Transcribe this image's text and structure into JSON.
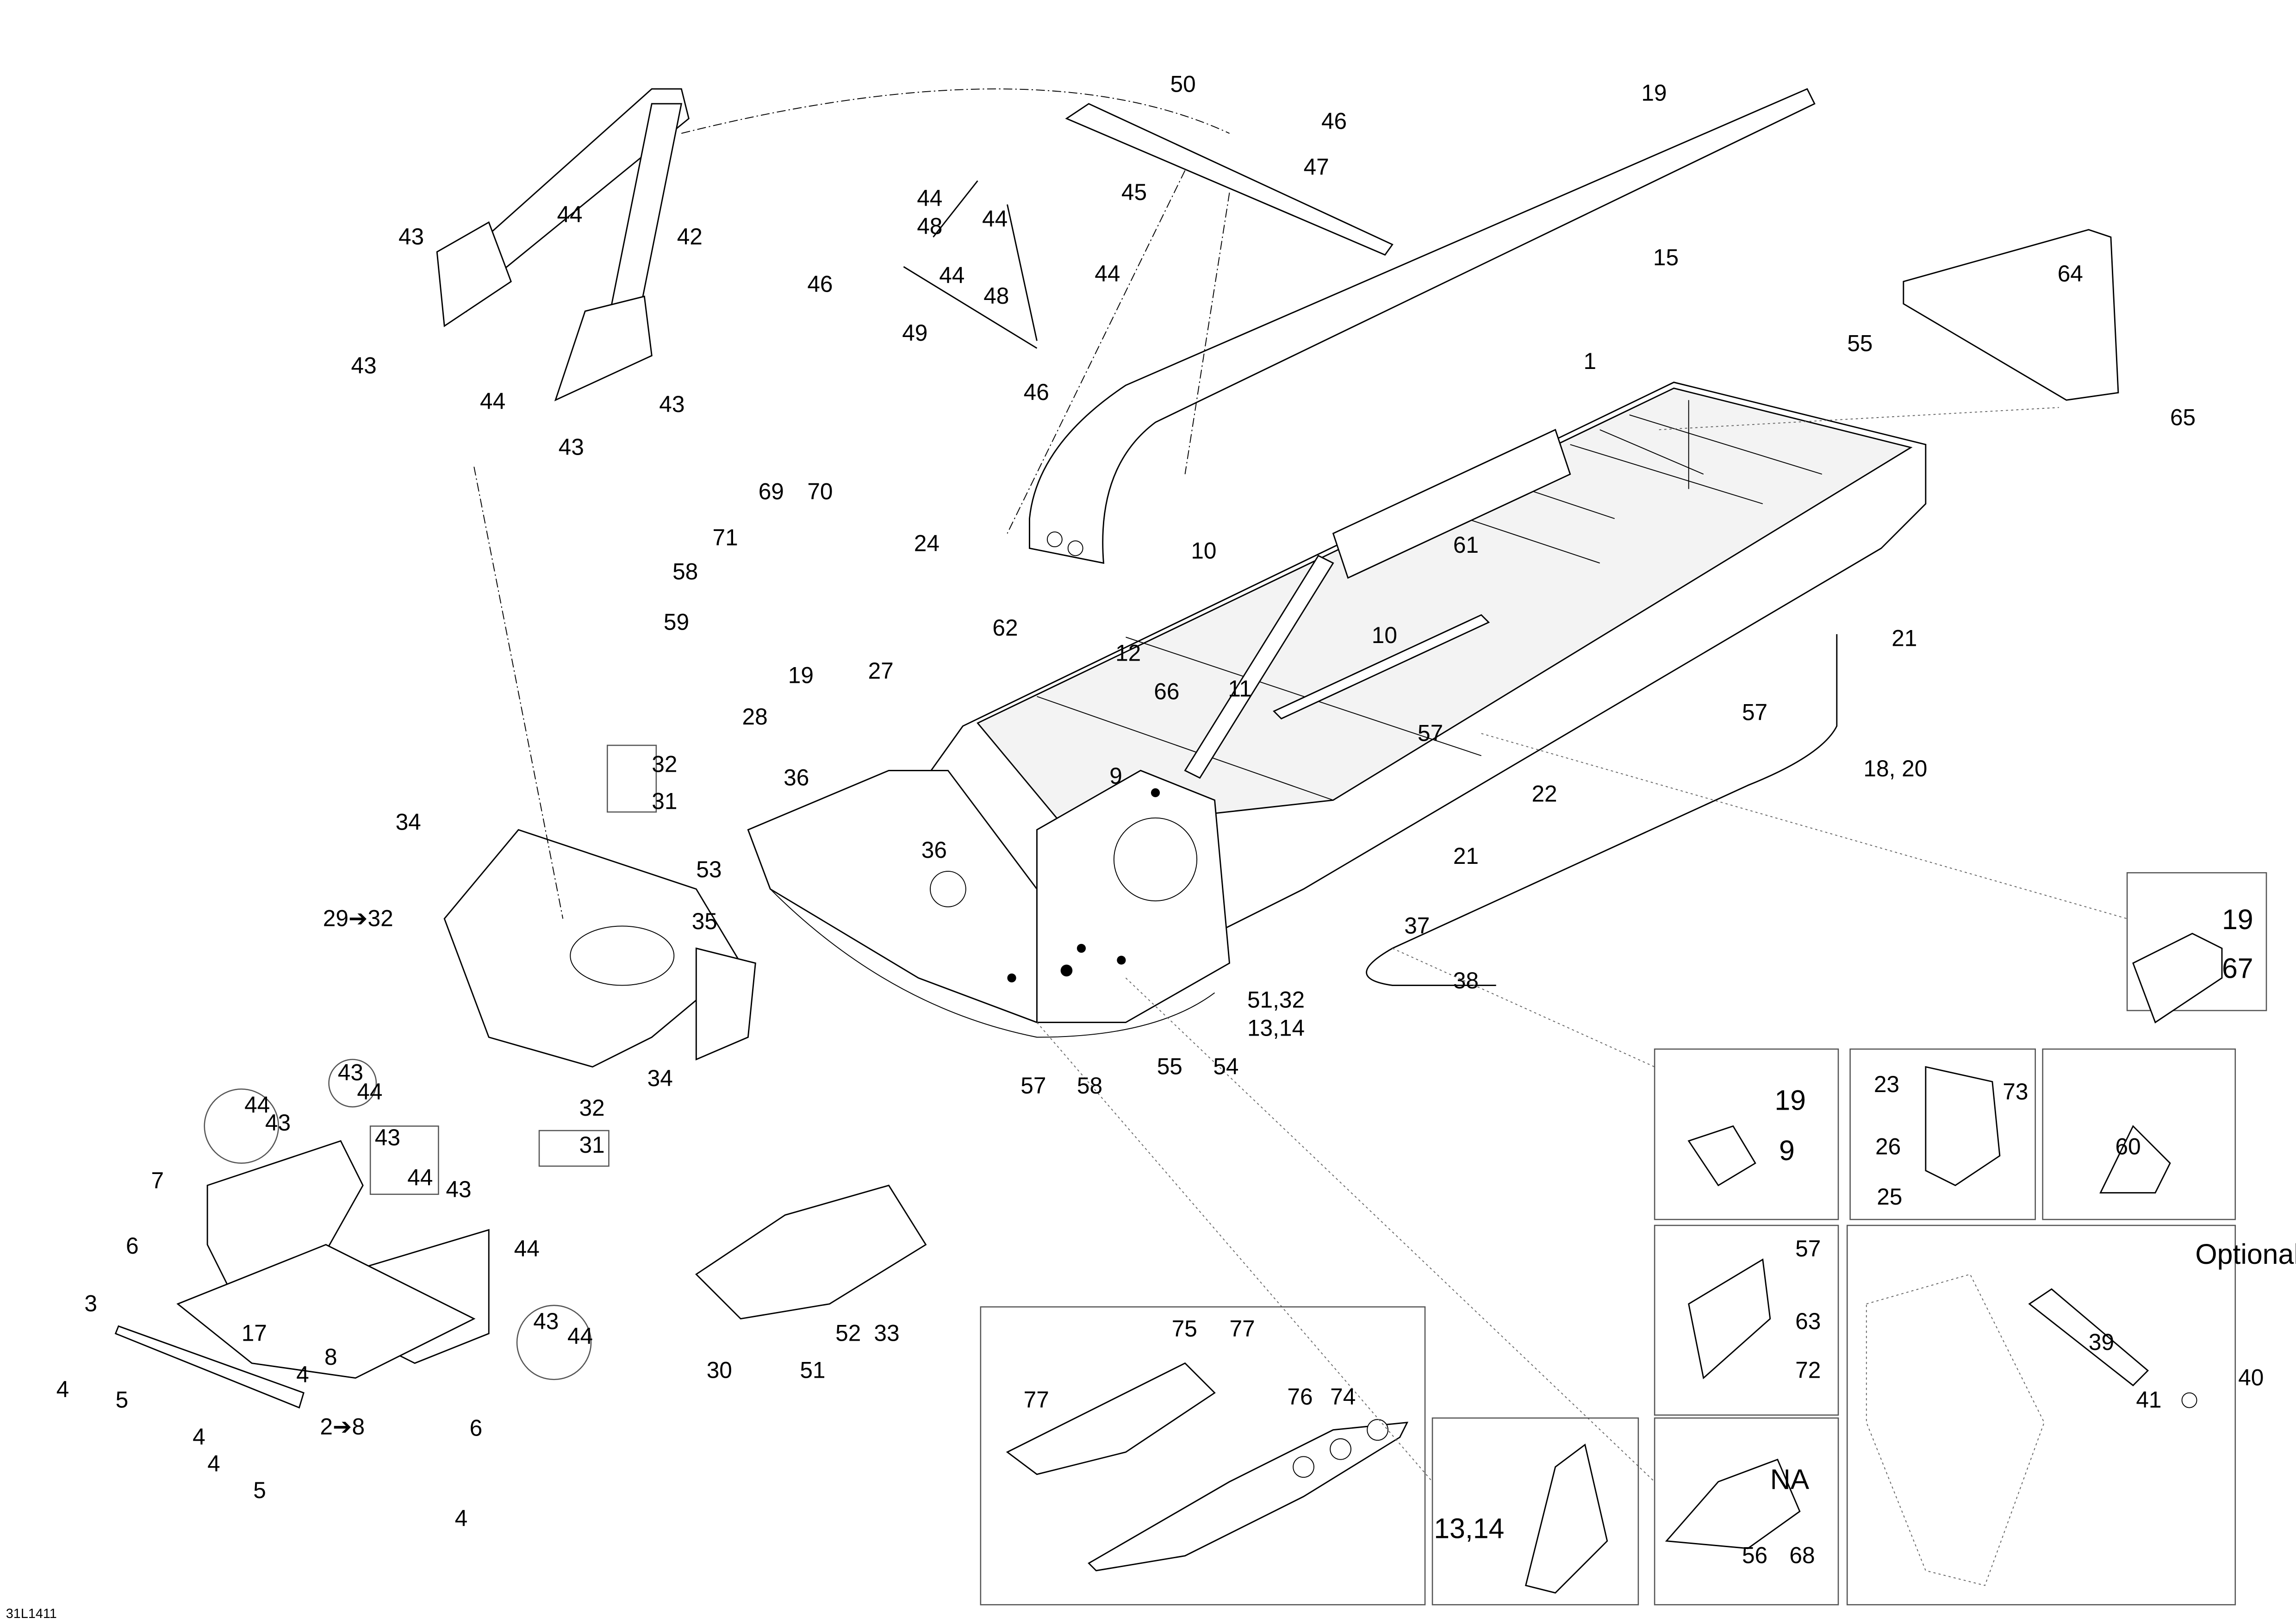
{
  "diagram": {
    "drawing_code": "31L1411",
    "labels": [
      "50",
      "19",
      "46",
      "47",
      "42",
      "44",
      "43",
      "45",
      "44",
      "48",
      "44",
      "44",
      "48",
      "44",
      "46",
      "49",
      "46",
      "15",
      "64",
      "43",
      "44",
      "43",
      "43",
      "55",
      "65",
      "1",
      "69",
      "70",
      "71",
      "58",
      "59",
      "24",
      "10",
      "61",
      "62",
      "12",
      "10",
      "21",
      "19",
      "27",
      "66",
      "11",
      "28",
      "57",
      "57",
      "18, 20",
      "32",
      "31",
      "36",
      "9",
      "22",
      "34",
      "53",
      "36",
      "21",
      "29➔32",
      "35",
      "19",
      "67",
      "37",
      "51,32",
      "13,14",
      "38",
      "34",
      "57",
      "58",
      "55",
      "54",
      "43",
      "44",
      "44",
      "43",
      "43",
      "44",
      "32",
      "31",
      "19",
      "9",
      "23",
      "73",
      "26",
      "60",
      "25",
      "7",
      "43",
      "44",
      "6",
      "57",
      "Optional",
      "3",
      "17",
      "39",
      "63",
      "30",
      "51",
      "52",
      "33",
      "43",
      "44",
      "8",
      "72",
      "75",
      "77",
      "77",
      "76",
      "74",
      "40",
      "41",
      "4",
      "5",
      "4",
      "4",
      "2➔8",
      "6",
      "4",
      "5",
      "4",
      "NA",
      "13,14",
      "56",
      "68"
    ],
    "line_color": "#000000",
    "background": "#ffffff"
  }
}
